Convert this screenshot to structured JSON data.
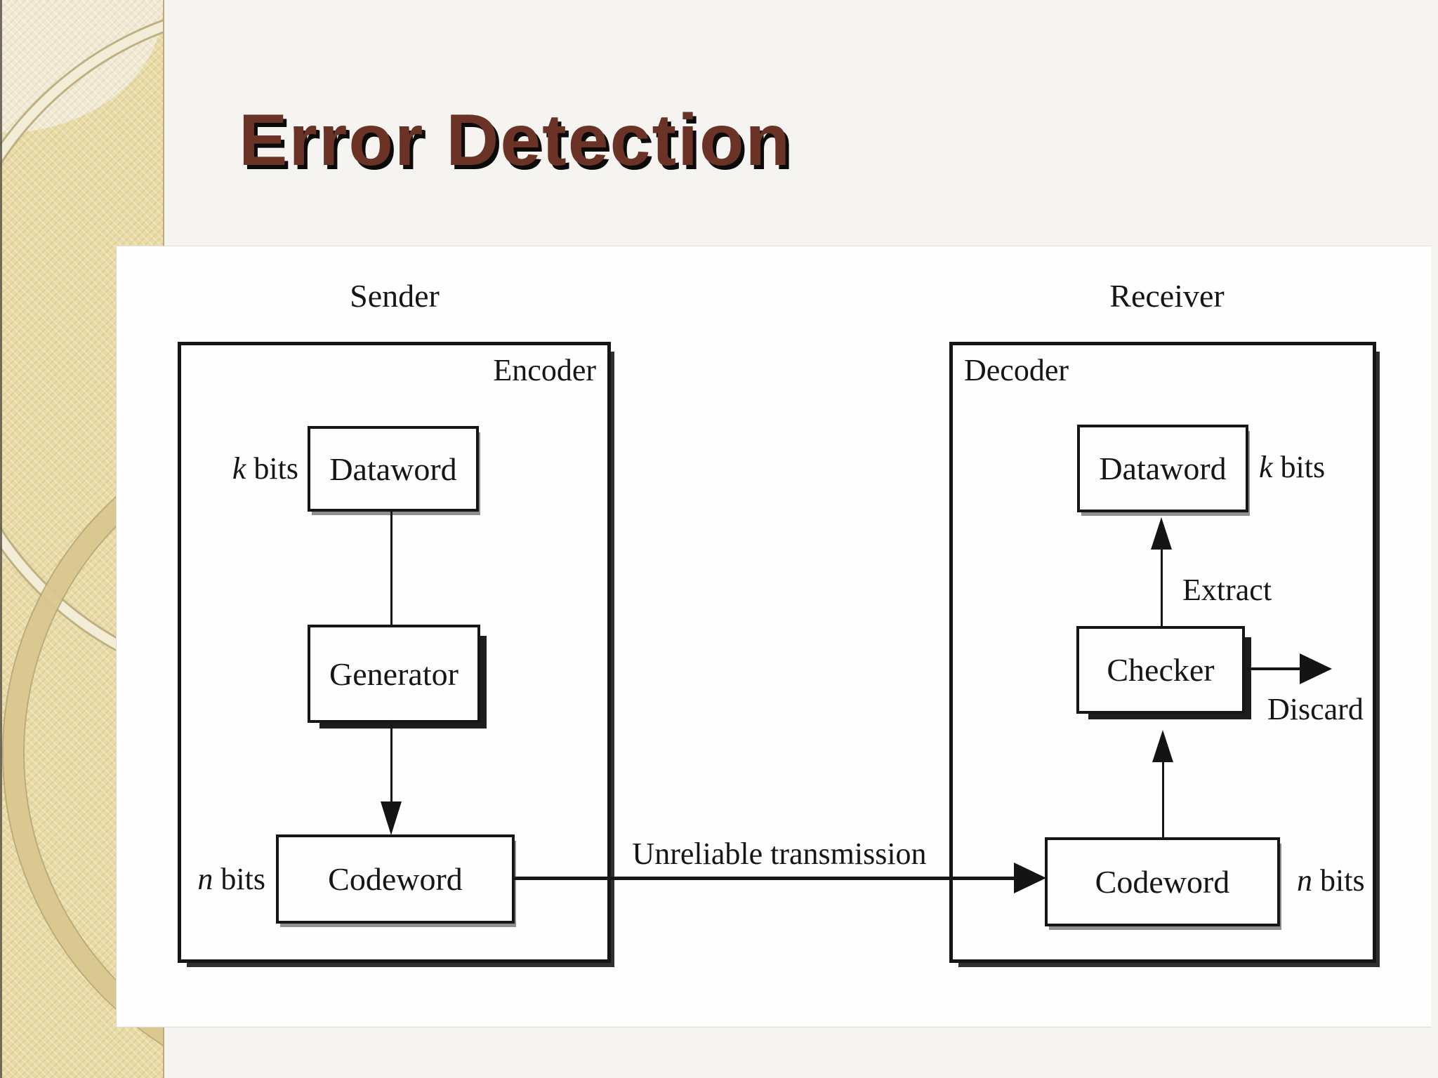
{
  "slide": {
    "title": "Error Detection"
  },
  "figure": {
    "sender": {
      "title": "Sender",
      "unit_label": "Encoder",
      "dataword": "Dataword",
      "generator": "Generator",
      "codeword": "Codeword",
      "dataword_size_var": "k",
      "dataword_size_unit": "bits",
      "codeword_size_var": "n",
      "codeword_size_unit": "bits"
    },
    "receiver": {
      "title": "Receiver",
      "unit_label": "Decoder",
      "dataword": "Dataword",
      "checker": "Checker",
      "codeword": "Codeword",
      "extract_label": "Extract",
      "discard_label": "Discard",
      "dataword_size_var": "k",
      "dataword_size_unit": "bits",
      "codeword_size_var": "n",
      "codeword_size_unit": "bits"
    },
    "channel_label": "Unreliable transmission"
  },
  "theme": {
    "title_color": "#6b3226",
    "title_shadow_color": "#0b0b0b",
    "sidebar_color": "#e8dba6",
    "sidebar_cream_color": "#f0e9d4",
    "diagram_ink_color": "#161616"
  }
}
